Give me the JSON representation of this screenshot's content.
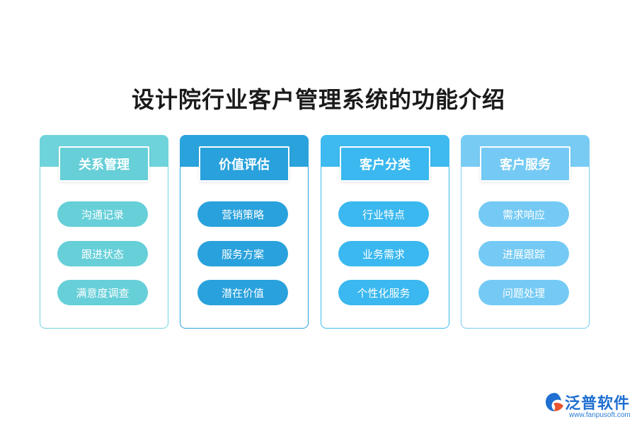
{
  "title": "设计院行业客户管理系统的功能介绍",
  "columns": [
    {
      "heading": "关系管理",
      "items": [
        "沟通记录",
        "跟进状态",
        "满意度调查"
      ]
    },
    {
      "heading": "价值评估",
      "items": [
        "营销策略",
        "服务方案",
        "潜在价值"
      ]
    },
    {
      "heading": "客户分类",
      "items": [
        "行业特点",
        "业务需求",
        "个性化服务"
      ]
    },
    {
      "heading": "客户服务",
      "items": [
        "需求响应",
        "进展跟踪",
        "问题处理"
      ]
    }
  ],
  "logo": {
    "name": "泛普软件",
    "url": "www.fanpusoft.com"
  },
  "colors": {
    "col1": "#6fd3dc",
    "col2": "#2aa3dc",
    "col3": "#3ebaf0",
    "col4": "#78ccf4",
    "brand": "#1f6fd1"
  }
}
